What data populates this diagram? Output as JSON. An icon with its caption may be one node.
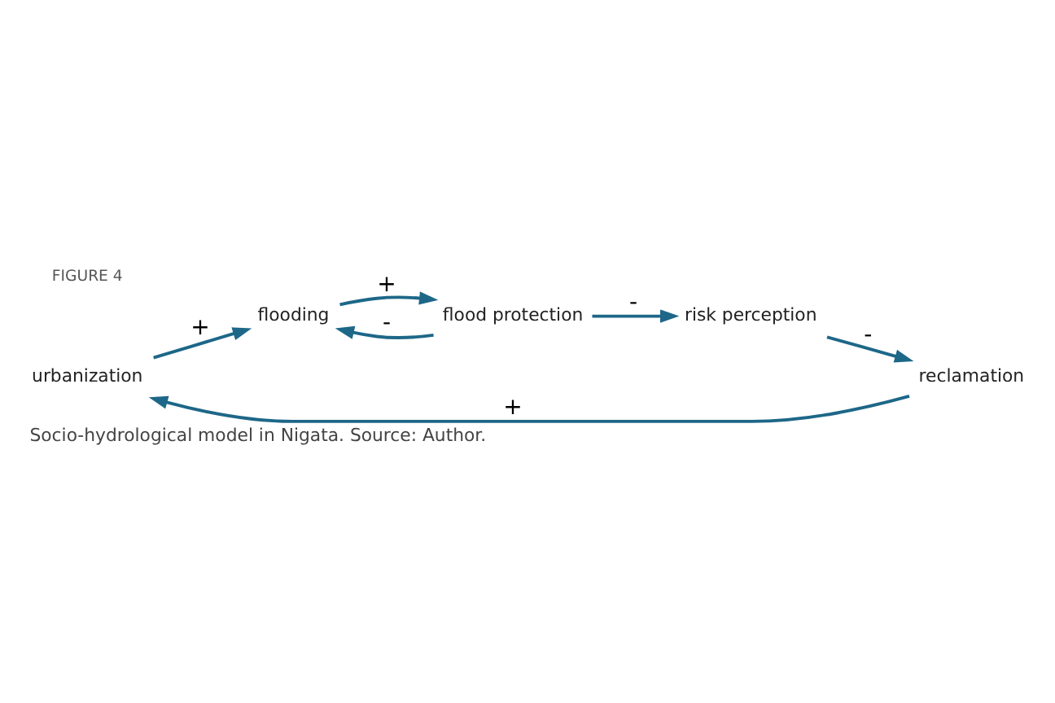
{
  "diagram": {
    "caption": "Socio-hydrological model in Nigata. Source: Author.",
    "nodes": [
      {
        "text": [
          "urbanization"
        ]
      },
      {
        "text": [
          "flooding"
        ]
      },
      {
        "text": [
          "flood protection"
        ]
      },
      {
        "text": [
          "risk perception"
        ]
      },
      {
        "text": [
          "reclamation"
        ]
      }
    ],
    "edges": [
      {
        "from": 0,
        "to": 1,
        "arrow": "to",
        "label": "+"
      },
      {
        "from": 1,
        "to": 2,
        "arrow": "to",
        "label": "+"
      },
      {
        "from": 2,
        "to": 1,
        "arrow": "to",
        "label": "-"
      },
      {
        "from": 2,
        "to": 3,
        "arrow": "to",
        "label": "-"
      },
      {
        "from": 3,
        "to": 4,
        "arrow": "to",
        "label": "-"
      },
      {
        "from": 4,
        "to": 0,
        "arrow": "to",
        "label": "+"
      }
    ],
    "labels": [
      "FIGURE 4"
    ]
  }
}
